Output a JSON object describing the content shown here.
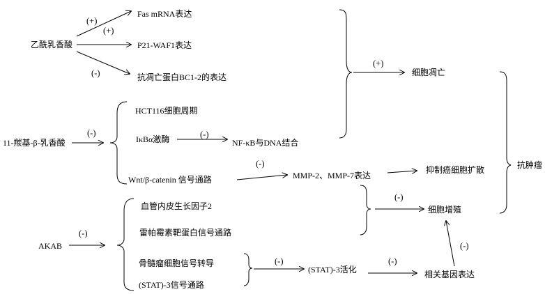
{
  "sources": {
    "ssa": "乙酰乳香酸",
    "kba": "11-羰基-β-乳香酸",
    "akba": "AKAB"
  },
  "ssa_effects": {
    "fas": "Fas mRNA表达",
    "p21": "P21-WAF1表达",
    "bcl2": "抗凋亡蛋白BC1-2的表达"
  },
  "kba_effects": {
    "hct116": "HCT116细胞周期",
    "ikb": "IκBα激酶",
    "nfkb": "NF-κB与DNA结合",
    "wnt": "Wnt/β-catenin  信号通路"
  },
  "akba_effects": {
    "vegf": "血管内皮生长因子2",
    "mtor": "雷帕霉素靶蛋白信号通路",
    "stat_pathway_1": "骨髓瘤细胞信号转导",
    "stat_pathway_2": "(STAT)-3信号通路"
  },
  "intermediates": {
    "mmp": "MMP-2、MMP-7表达",
    "stat3": "(STAT)-3活化",
    "genes": "相关基因表达"
  },
  "outcomes": {
    "apoptosis": "细胞凋亡",
    "anti_spread": "抑制癌细胞扩散",
    "proliferation": "细胞增殖",
    "antitumor": "抗肿瘤"
  },
  "signs": {
    "plus": "(+)",
    "minus": "(-)"
  },
  "colors": {
    "line": "#000000",
    "background": "#ffffff"
  }
}
